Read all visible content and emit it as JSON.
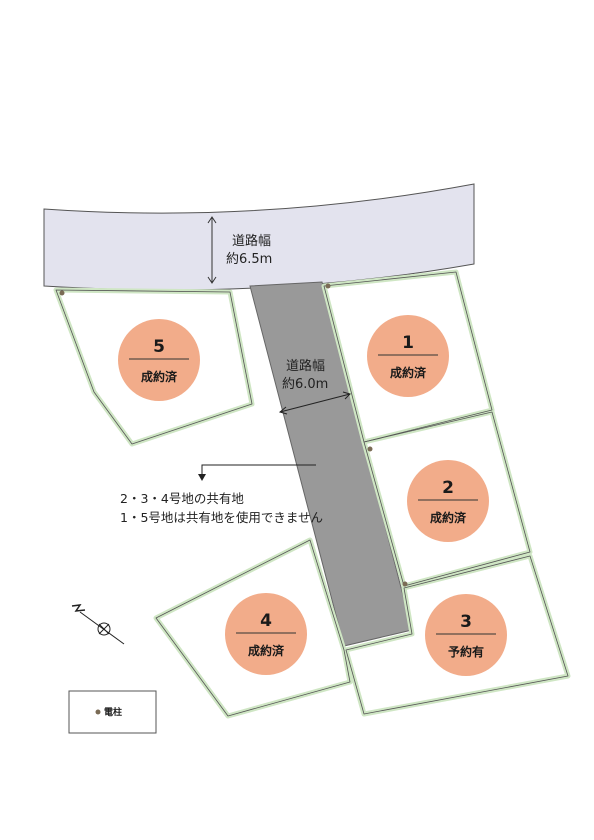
{
  "road_top": {
    "label_line1": "道路幅",
    "label_line2": "約6.5m"
  },
  "road_private": {
    "label_line1": "道路幅",
    "label_line2": "約6.0m"
  },
  "lots": [
    {
      "number": "1",
      "status": "成約済"
    },
    {
      "number": "2",
      "status": "成約済"
    },
    {
      "number": "3",
      "status": "予約有"
    },
    {
      "number": "4",
      "status": "成約済"
    },
    {
      "number": "5",
      "status": "成約済"
    }
  ],
  "note": {
    "line1": "2・3・4号地の共有地",
    "line2": "1・5号地は共有地を使用できません"
  },
  "legend": {
    "pole_label": "電柱"
  },
  "colors": {
    "road": "#e3e3ee",
    "private_road": "#999999",
    "lot_border": "#cfe6c4",
    "lot_badge": "#f2ac8a",
    "utility_pole": "#7a6b55"
  },
  "icons": {
    "compass": "north-arrow-icon",
    "pole": "utility-pole-icon"
  }
}
